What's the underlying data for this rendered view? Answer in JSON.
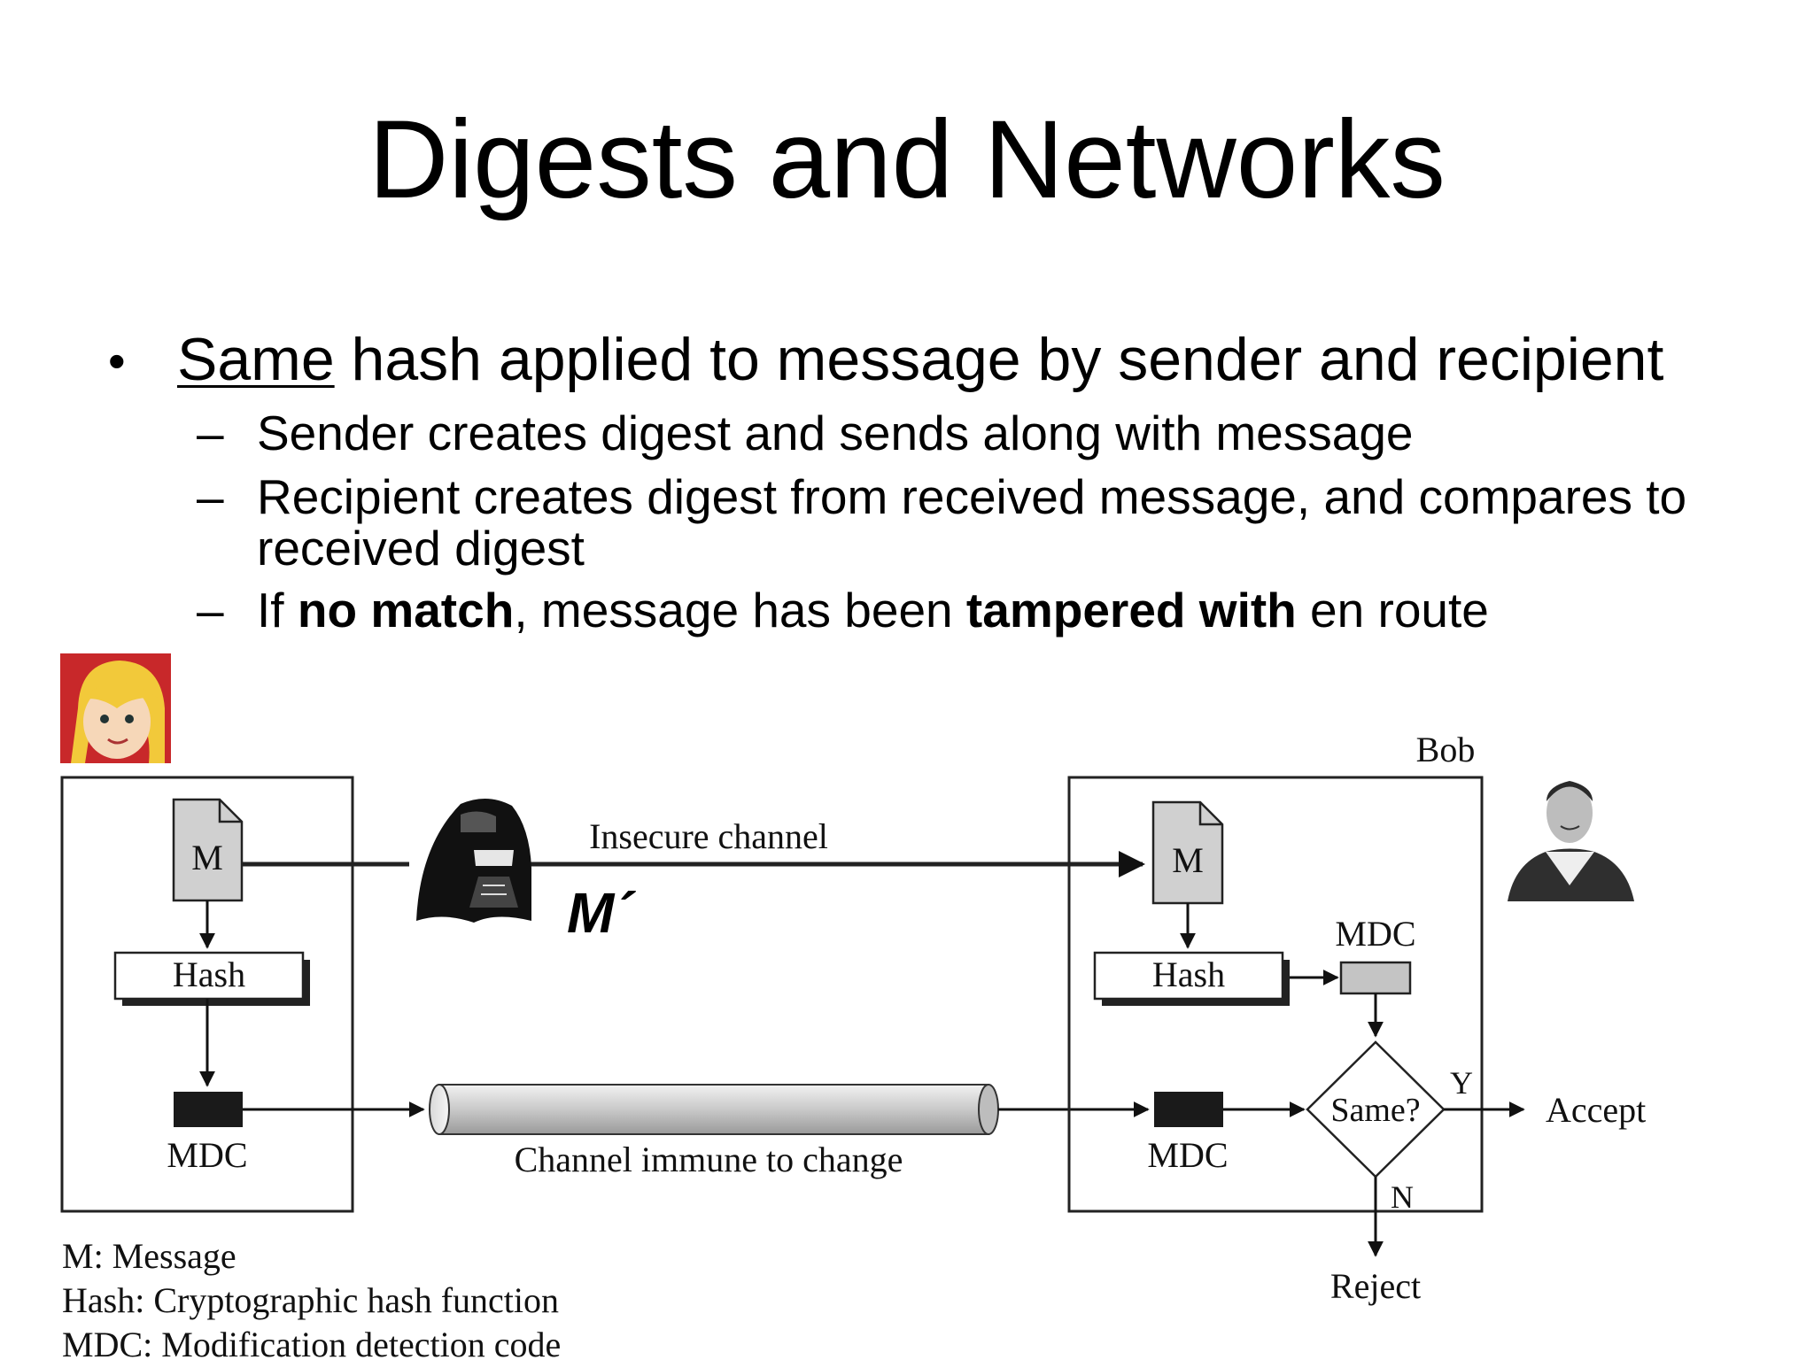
{
  "slide": {
    "title": "Digests and Networks",
    "bullet_main": {
      "underlined": "Same",
      "rest": " hash applied to message by sender and recipient"
    },
    "sub_bullets": {
      "sender": "Sender creates digest and sends along with message",
      "recipient_line1": "Recipient creates digest from received message, and compares to",
      "recipient_line2": "received digest",
      "tamper_a": "If ",
      "tamper_b": "no match",
      "tamper_c": ", message has been ",
      "tamper_d": "tampered with",
      "tamper_e": " en route"
    },
    "dash": "–",
    "bullet": "•"
  },
  "diagram": {
    "bob_label": "Bob",
    "insecure_channel": "Insecure channel",
    "m_prime": "M´",
    "sender_m": "M",
    "sender_hash": "Hash",
    "sender_mdc": "MDC",
    "receiver_m": "M",
    "receiver_hash": "Hash",
    "receiver_mdc_top": "MDC",
    "receiver_mdc_bottom": "MDC",
    "same": "Same?",
    "yes": "Y",
    "no": "N",
    "accept": "Accept",
    "reject": "Reject",
    "immune_channel": "Channel immune to change",
    "legend": [
      "M: Message",
      "Hash: Cryptographic hash function",
      "MDC: Modification detection code"
    ]
  }
}
